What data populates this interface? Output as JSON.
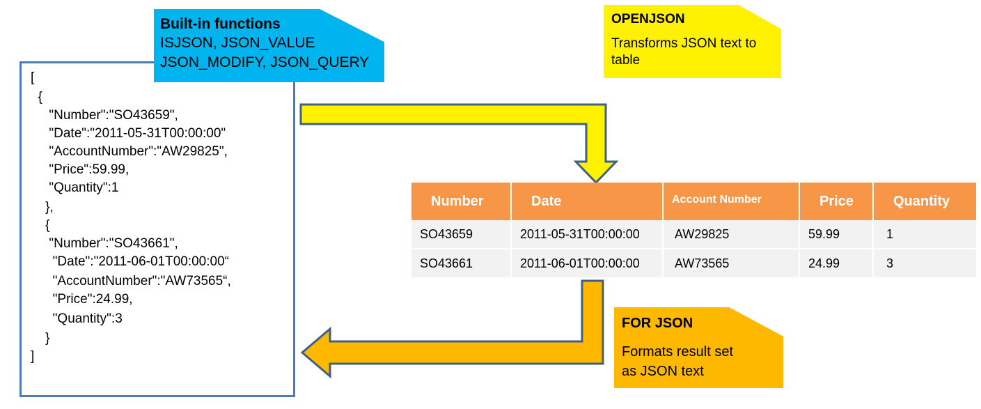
{
  "json_text": {
    "lines": [
      "[",
      "  {",
      "     \"Number\":\"SO43659\",",
      "     \"Date\":\"2011-05-31T00:00:00\"",
      "     \"AccountNumber\":\"AW29825\",",
      "     \"Price\":59.99,",
      "     \"Quantity\":1",
      "    },",
      "    {",
      "     \"Number\":\"SO43661\",",
      "      \"Date\":\"2011-06-01T00:00:00“",
      "      \"AccountNumber\":\"AW73565“,",
      "      \"Price\":24.99,",
      "      \"Quantity\":3",
      "    }",
      "]"
    ]
  },
  "notes": {
    "builtin": {
      "title": "Built-in functions",
      "line1": "ISJSON, JSON_VALUE",
      "line2": "JSON_MODIFY, JSON_QUERY",
      "color": "#00B4EF"
    },
    "openjson": {
      "title": "OPENJSON",
      "line1": "Transforms JSON text to",
      "line2": "table",
      "color": "#FFF200"
    },
    "forjson": {
      "title": "FOR JSON",
      "line1": "Formats result set",
      "line2": "as JSON text",
      "color": "#FFB800"
    }
  },
  "table": {
    "headers": [
      "Number",
      "Date",
      "Account Number",
      "Price",
      "Quantity"
    ],
    "rows": [
      [
        "SO43659",
        "2011-05-31T00:00:00",
        "AW29825",
        "59.99",
        "1"
      ],
      [
        "SO43661",
        "2011-06-01T00:00:00",
        "AW73565",
        "24.99",
        "3"
      ]
    ],
    "header_color": "#F79646",
    "row_color": "#F2F2F2"
  },
  "arrows": {
    "to_table_color": "#FFF200",
    "to_json_color": "#FFB800",
    "outline_color": "#3F5F86"
  },
  "json_box_border_color": "#4A7DB5"
}
